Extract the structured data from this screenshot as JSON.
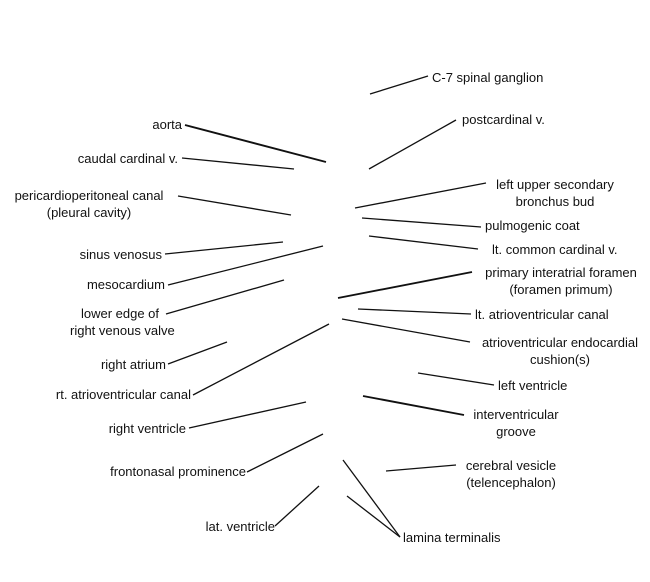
{
  "labels": {
    "c7": "C-7 spinal ganglion",
    "postcardinal": "postcardinal v.",
    "aorta": "aorta",
    "caudal_cardinal": "caudal cardinal v.",
    "pericardioperitoneal": "pericardioperitoneal canal\n(pleural cavity)",
    "left_upper_bronchus": "left upper secondary\nbronchus bud",
    "pulmogenic": "pulmogenic coat",
    "lt_common_cardinal": "lt. common cardinal v.",
    "sinus_venosus": "sinus venosus",
    "mesocardium": "mesocardium",
    "lower_edge": "lower edge of\nright venous valve",
    "primary_interatrial": "primary interatrial foramen\n(foramen primum)",
    "lt_av_canal": "lt. atrioventricular canal",
    "av_cushion": "atrioventricular endocardial\ncushion(s)",
    "right_atrium": "right atrium",
    "rt_av_canal": "rt. atrioventricular canal",
    "left_ventricle": "left ventricle",
    "interventricular": "interventricular\ngroove",
    "right_ventricle": "right ventricle",
    "frontonasal": "frontonasal prominence",
    "cerebral_vesicle": "cerebral vesicle\n(telencephalon)",
    "lat_ventricle": "lat. ventricle",
    "lamina_terminalis": "lamina terminalis"
  }
}
